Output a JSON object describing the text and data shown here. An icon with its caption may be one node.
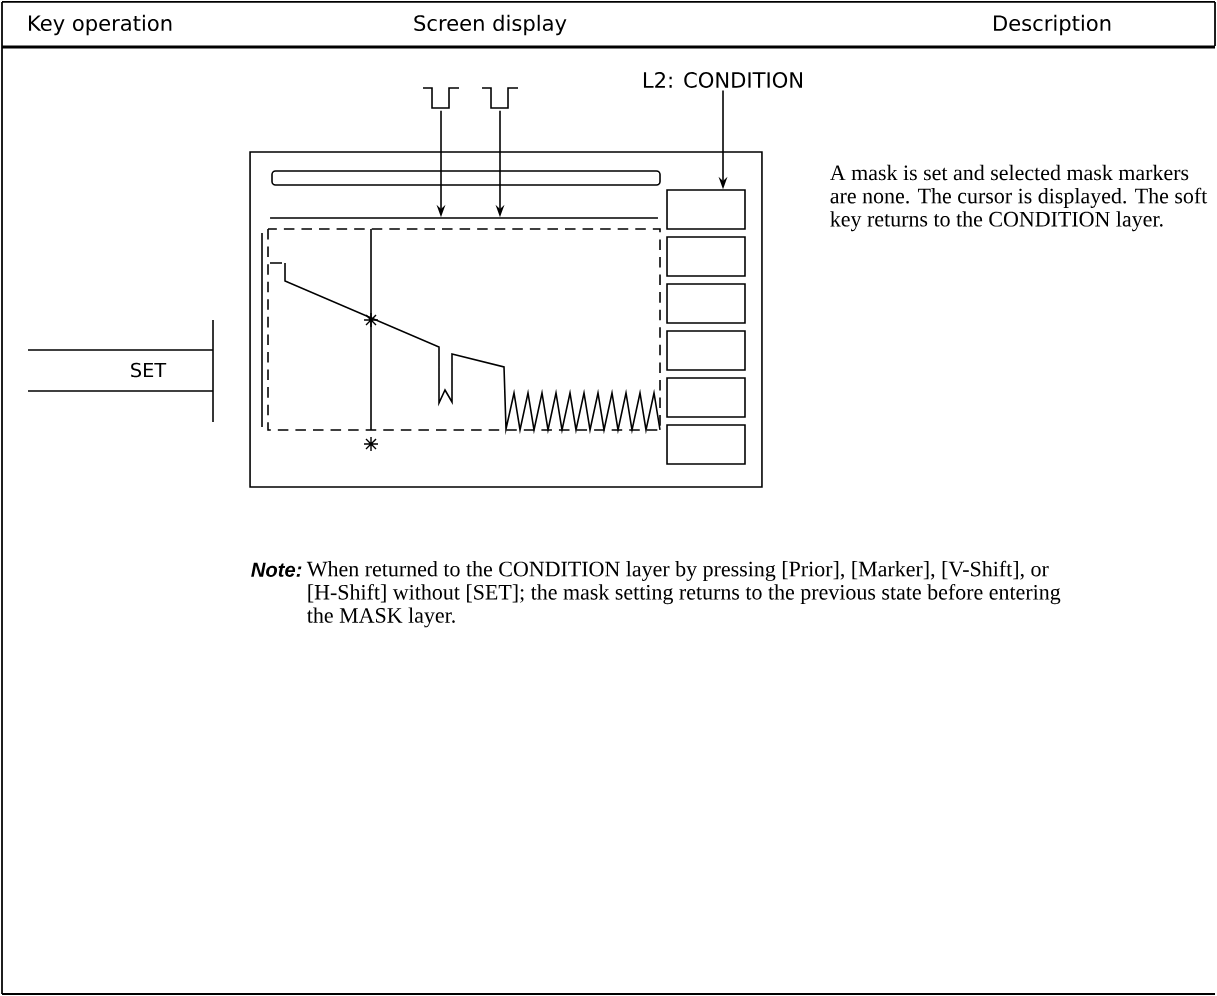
{
  "diagram": {
    "nodes": [
      {
        "text": [
          "SET"
        ]
      },
      {
        "text": [],
        "shape": "box"
      },
      {
        "text": [],
        "shape": "picture"
      },
      {
        "text": [],
        "shape": "picture"
      },
      {
        "text": [],
        "shape": "bar",
        "in": 1
      },
      {
        "text": [
          "L2: CONDITION"
        ]
      },
      {
        "text": [],
        "shape": "box",
        "in": 1
      },
      {
        "text": [],
        "shape": "box",
        "in": 1
      },
      {
        "text": [],
        "shape": "box",
        "in": 1
      },
      {
        "text": [],
        "shape": "box",
        "in": 1
      },
      {
        "text": [],
        "shape": "box",
        "in": 1
      },
      {
        "text": [],
        "shape": "box",
        "in": 1
      }
    ],
    "edges": [
      {
        "from": 2,
        "to": 4,
        "arrow": "to"
      },
      {
        "from": 3,
        "to": 4,
        "arrow": "to"
      },
      {
        "from": 5,
        "to": 6,
        "arrow": "to"
      }
    ],
    "labels": [
      "Key operation",
      "Screen display",
      "Description",
      "A mask is set and selected mask markers are none. The cursor is displayed. The soft key returns to the CONDITION layer.",
      "Note:",
      "When returned to the CONDITION layer by pressing [Prior], [Marker], [V-Shift], or [H-Shift] without [SET]; the mask setting returns to the previous state before entering the MASK layer."
    ]
  }
}
